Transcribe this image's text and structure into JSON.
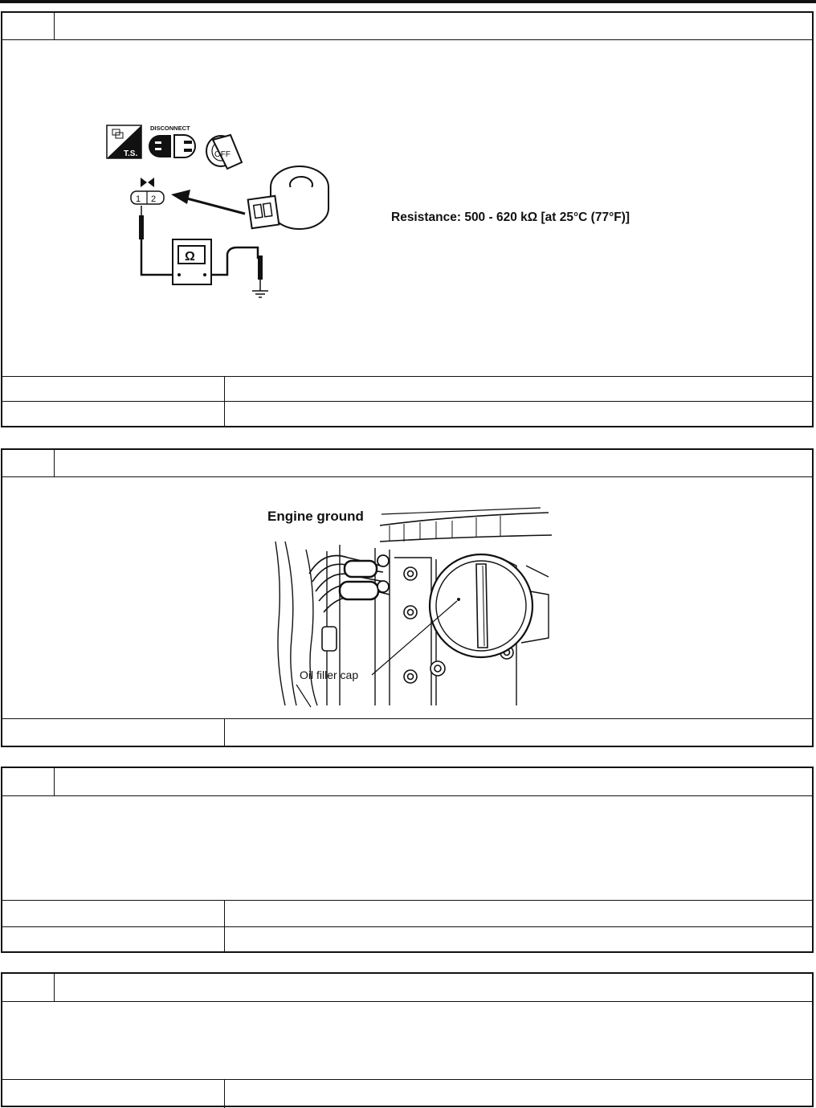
{
  "figure1": {
    "disconnect_label": "DISCONNECT",
    "ts_label": "T.S.",
    "off_label": "OFF",
    "pin1": "1",
    "pin2": "2",
    "ohm_symbol": "Ω",
    "resistance_spec": "Resistance: 500 - 620 kΩ  [at 25°C (77°F)]"
  },
  "figure2": {
    "engine_ground_label": "Engine ground",
    "oil_filler_cap_label": "Oil filler cap"
  }
}
